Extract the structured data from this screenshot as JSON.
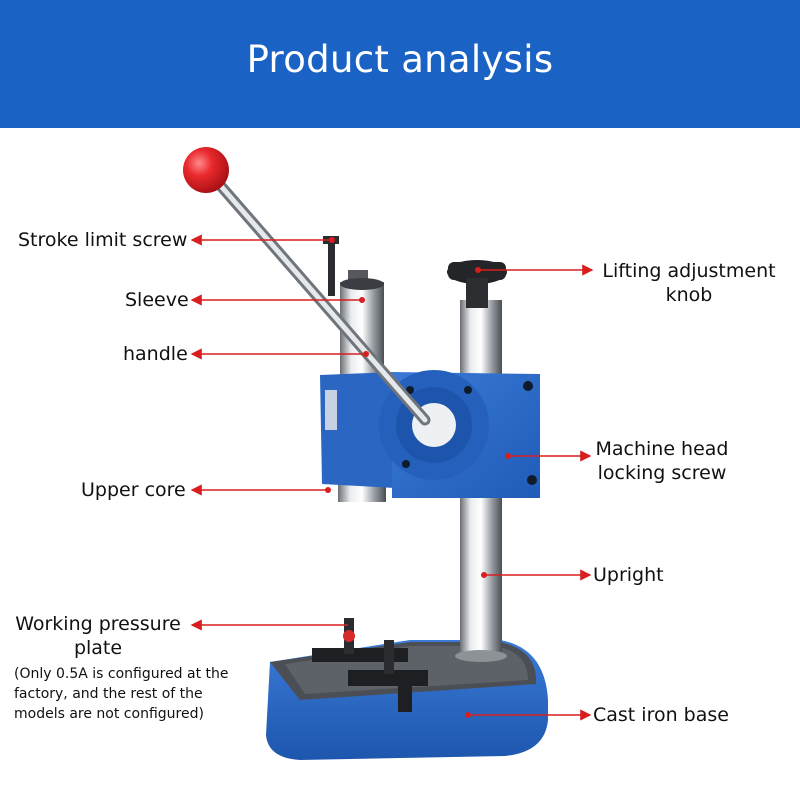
{
  "header": {
    "title": "Product analysis",
    "background": "#1a63c4"
  },
  "colors": {
    "arrow": "#d81e1e",
    "machine_blue": "#2e6fcf",
    "ball": "#e8262a"
  },
  "labels": {
    "stroke_limit_screw": "Stroke limit screw",
    "sleeve": "Sleeve",
    "handle": "handle",
    "upper_core": "Upper core",
    "working_pressure_plate_line1": "Working pressure",
    "working_pressure_plate_line2": "plate",
    "working_pressure_note_line1": "(Only 0.5A is configured at the",
    "working_pressure_note_line2": "factory, and the rest of the",
    "working_pressure_note_line3": "models are not configured)",
    "lifting_adjustment_line1": "Lifting adjustment",
    "lifting_adjustment_line2": "knob",
    "machine_head_line1": "Machine head",
    "machine_head_line2": "locking screw",
    "upright": "Upright",
    "cast_iron_base": "Cast iron base"
  }
}
